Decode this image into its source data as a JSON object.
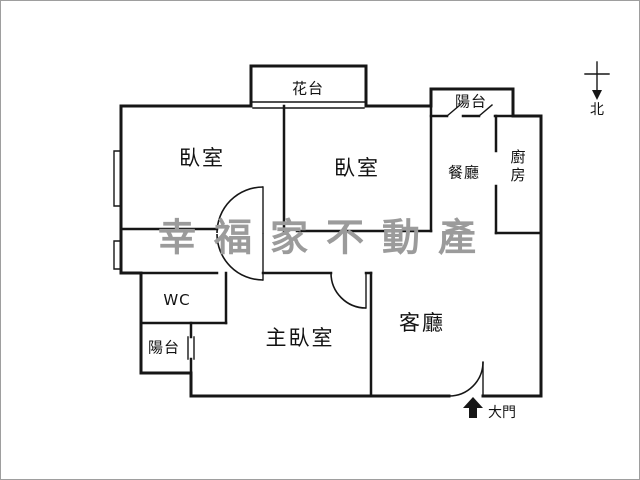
{
  "page": {
    "type": "real-estate floor plan",
    "background": "#ffffff"
  },
  "colors": {
    "wall": "#161616",
    "text": "#121212",
    "watermark": "#9b9b9b"
  },
  "watermark": {
    "text": "幸福家不動產"
  },
  "compass": {
    "label": "北"
  },
  "entrance": {
    "label": "大門"
  },
  "rooms": {
    "flower_bed": {
      "label": "花台"
    },
    "balcony_top": {
      "label": "陽台"
    },
    "bedroom_left": {
      "label": "臥室"
    },
    "bedroom_mid": {
      "label": "臥室"
    },
    "dining": {
      "label": "餐廳"
    },
    "kitchen": {
      "label": "廚房"
    },
    "wc": {
      "label": "WC"
    },
    "balcony_bottom": {
      "label": "陽台"
    },
    "master_bedroom": {
      "label": "主臥室"
    },
    "living": {
      "label": "客廳"
    }
  }
}
